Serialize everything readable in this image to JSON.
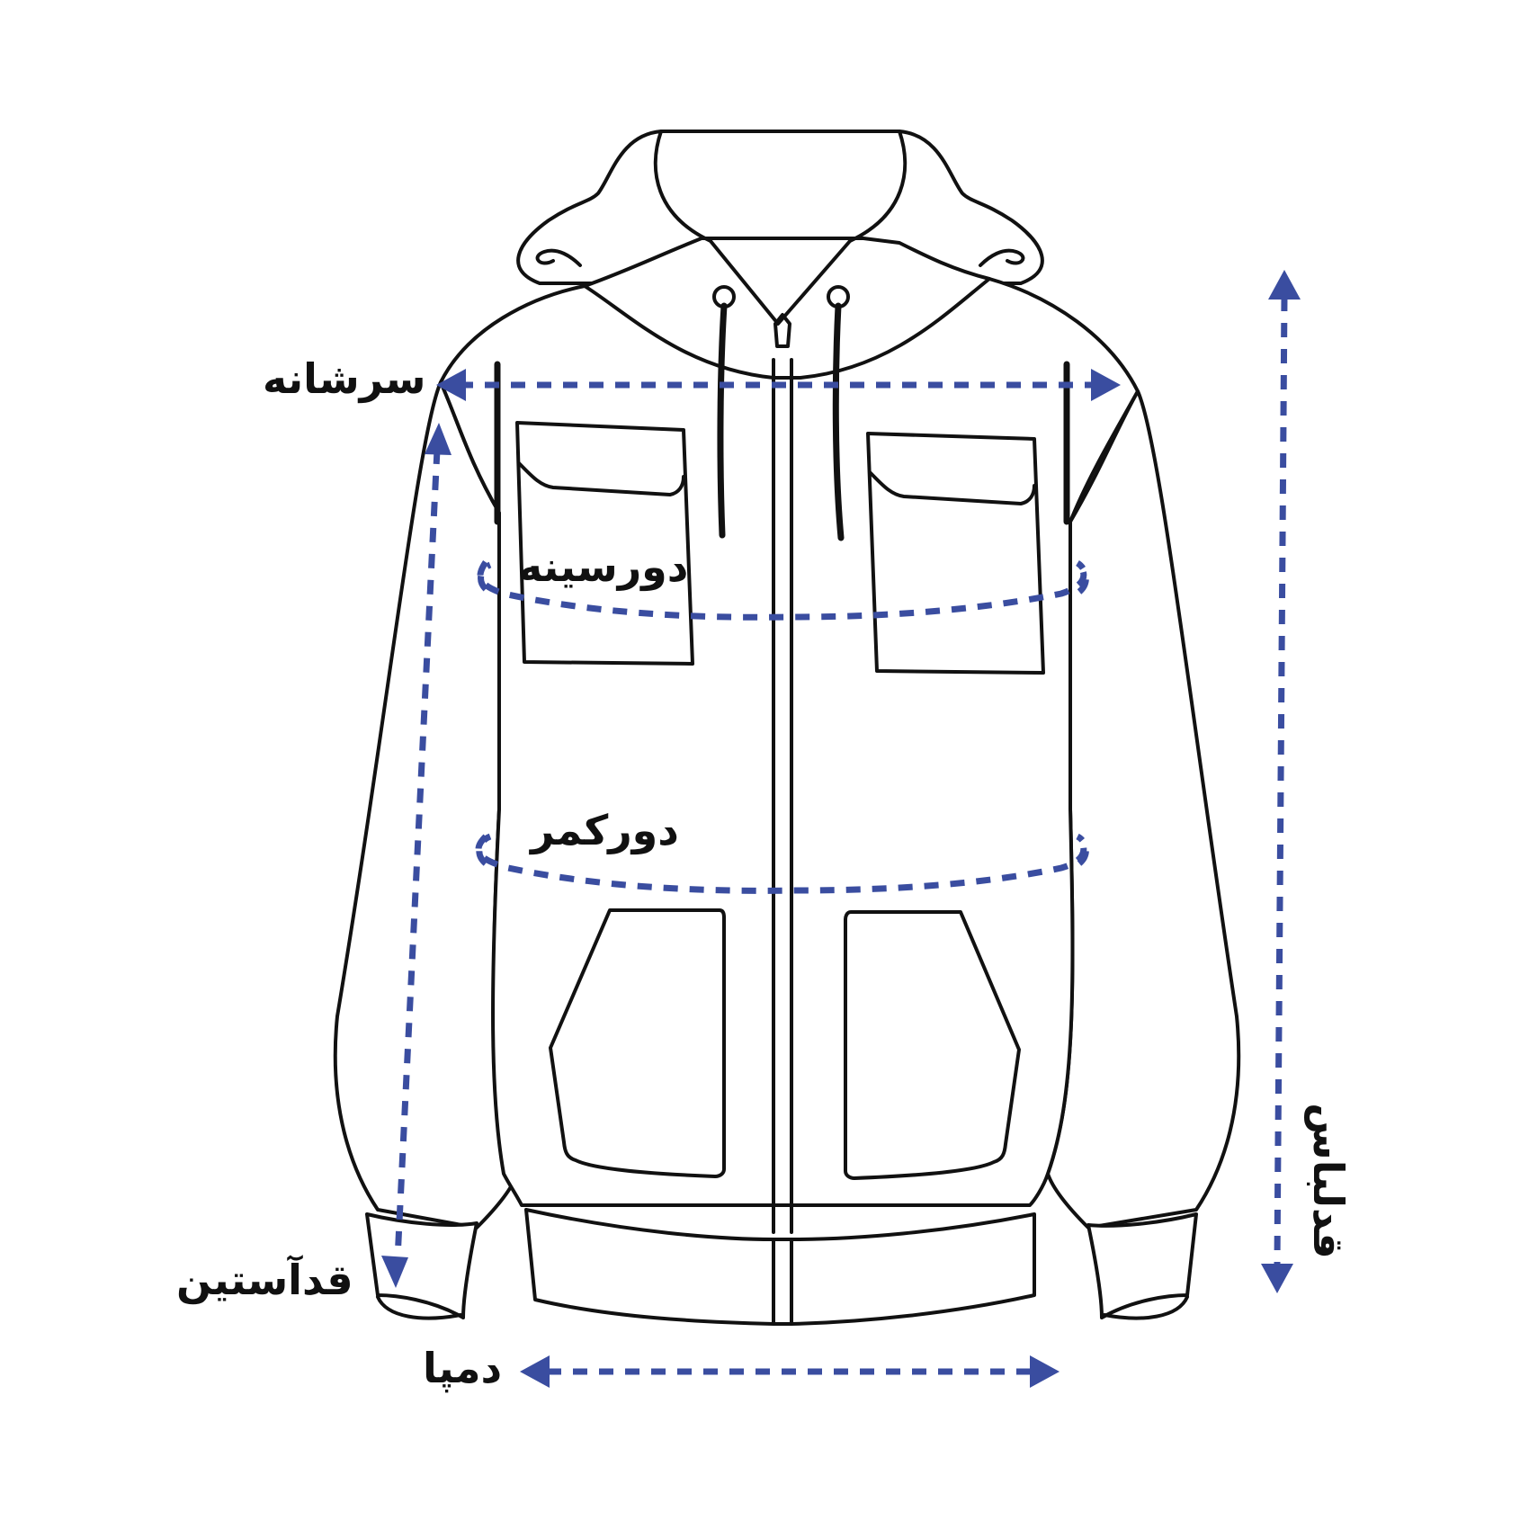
{
  "colors": {
    "accent": "#3a4da0",
    "outline": "#111111",
    "background": "#ffffff"
  },
  "garment": {
    "type": "hooded-zip-jacket",
    "parts": [
      "hood",
      "drawstrings",
      "zipper",
      "chest-pockets",
      "kangaroo-pockets",
      "waistband",
      "cuffs"
    ]
  },
  "labels": {
    "shoulder": "سرشانه",
    "chest": "دورسینه",
    "waist": "دورکمر",
    "sleeve_length": "قدآستین",
    "hem": "دمپا",
    "body_length": "قدلباس"
  }
}
